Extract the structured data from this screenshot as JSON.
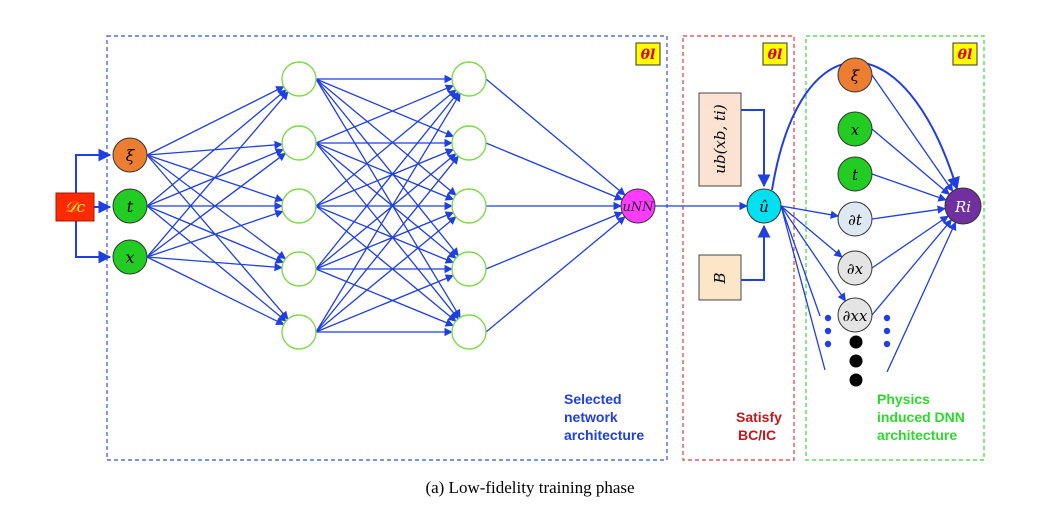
{
  "input_box": {
    "label": "𝒟c"
  },
  "inputs": [
    {
      "label": "ξ",
      "color": "#ed7d31"
    },
    {
      "label": "t",
      "color": "#22cc22"
    },
    {
      "label": "x",
      "color": "#22cc22"
    }
  ],
  "hidden_layers": {
    "count": 2,
    "neurons_per_layer": 5,
    "stroke_color": "#7fd94a"
  },
  "output_node": {
    "label": "uNN",
    "color": "#ff3bff"
  },
  "theta_badge": "θl",
  "sections": {
    "network": {
      "lines": [
        "Selected",
        "network",
        "architecture"
      ],
      "color": "#1f3fe0"
    },
    "bcic": {
      "lines": [
        "Satisfy",
        "BC/IC"
      ],
      "color": "#c0181e"
    },
    "physics": {
      "lines": [
        "Physics",
        "induced DNN",
        "architecture"
      ],
      "color": "#2fd82f"
    }
  },
  "bc_boxes": {
    "ub": "ub(xb, ti)",
    "b": "B"
  },
  "u_hat": {
    "label": "û",
    "color": "#00e0f0"
  },
  "physics_nodes": [
    {
      "label": "ξ",
      "color": "#ed7d31"
    },
    {
      "label": "x",
      "color": "#22cc22"
    },
    {
      "label": "t",
      "color": "#22cc22"
    },
    {
      "label": "∂t",
      "color": "#dde8f2"
    },
    {
      "label": "∂x",
      "color": "#e4e4e4"
    },
    {
      "label": "∂xx",
      "color": "#e4e4e4"
    }
  ],
  "residual": {
    "label": "Ri",
    "color": "#7030a0"
  },
  "caption": "(a)  Low-fidelity training phase"
}
